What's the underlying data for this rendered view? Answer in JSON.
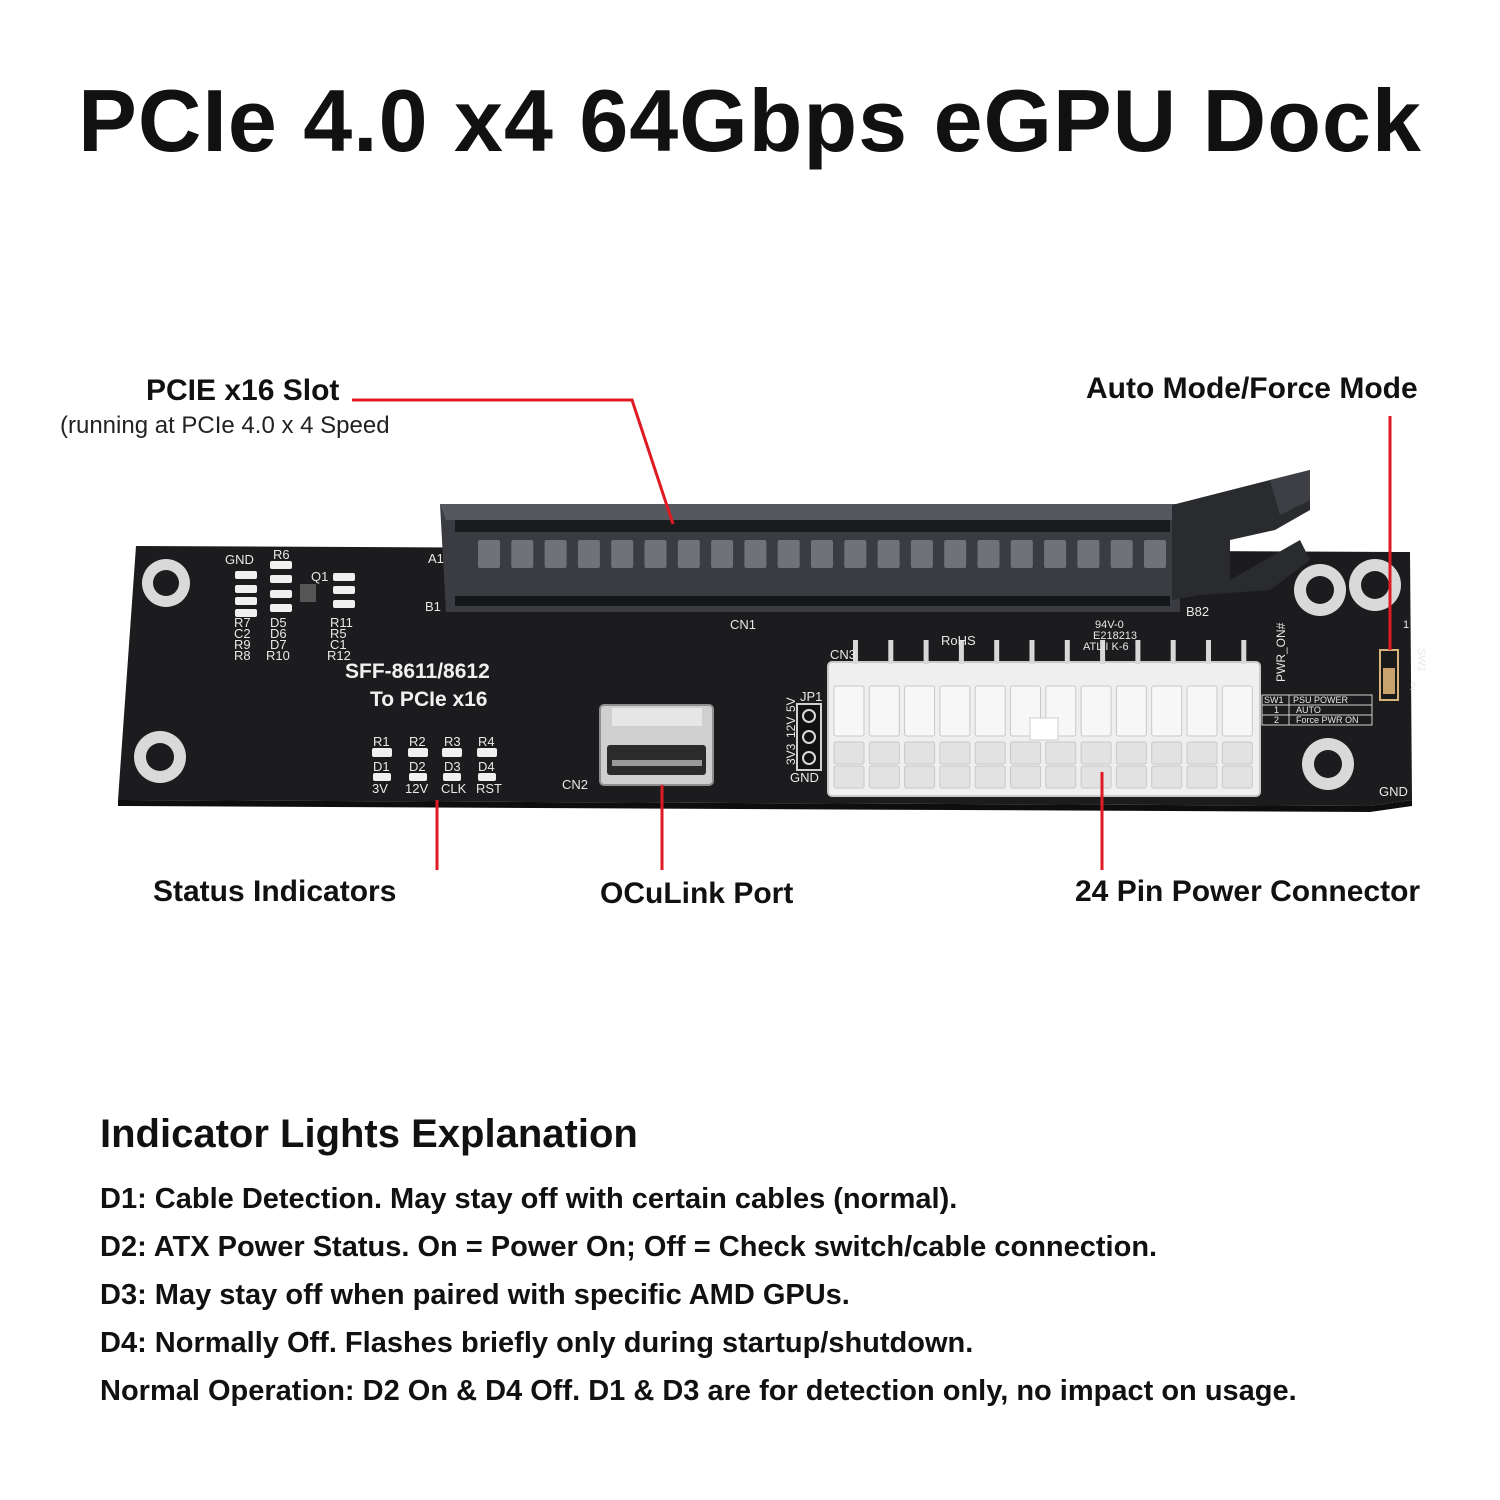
{
  "title": "PCIe 4.0 x4 64Gbps eGPU Dock",
  "callouts": {
    "pcie_slot": "PCIE x16 Slot",
    "pcie_slot_sub": "(running at PCIe 4.0 x 4 Speed",
    "mode_switch": "Auto Mode/Force Mode",
    "status_indicators": "Status Indicators",
    "oculink_port": "OCuLink Port",
    "power_connector": "24 Pin Power Connector"
  },
  "board": {
    "silkscreen_main": [
      "SFF-8611/8612",
      "To PCIe x16"
    ],
    "slot_label": "CN1",
    "slot_pin_a": "A1",
    "slot_pin_b1": "B1",
    "slot_pin_b82": "B82",
    "port_label": "CN2",
    "power_label": "CN3",
    "gnd_left": "GND",
    "gnd_right": "GND",
    "r6": "R6",
    "q1": "Q1",
    "left_col1": [
      "R7",
      "C2",
      "R9",
      "R8"
    ],
    "left_col2": [
      "D5",
      "D6",
      "D7",
      "R10"
    ],
    "left_col3": [
      "R11",
      "R5",
      "C1",
      "R12"
    ],
    "resistors": [
      "R1",
      "R2",
      "R3",
      "R4"
    ],
    "leds": [
      "D1",
      "D2",
      "D3",
      "D4"
    ],
    "led_functions": [
      "3V",
      "12V",
      "CLK",
      "RST"
    ],
    "jp1": "JP1",
    "jp1_pins": [
      "5V",
      "12V",
      "3V3"
    ],
    "jp1_gnd": "GND",
    "pwr_on": "PWR_ON#",
    "sw1": "SW1",
    "sw_pins": [
      "1",
      "2"
    ],
    "sw_table_head": [
      "SW1",
      "PSU POWER"
    ],
    "sw_table_rows": [
      [
        "1",
        "AUTO"
      ],
      [
        "2",
        "Force PWR ON"
      ]
    ],
    "rohs": "RoHS",
    "cert": [
      "94V-0",
      "E218213",
      "ATLII K-6"
    ]
  },
  "explanation": {
    "heading": "Indicator Lights Explanation",
    "lines": [
      "D1: Cable Detection. May stay off with certain cables (normal).",
      "D2: ATX Power Status. On = Power On; Off = Check switch/cable connection.",
      "D3: May stay off when paired with specific AMD GPUs.",
      "D4: Normally Off. Flashes briefly only during startup/shutdown.",
      "Normal Operation: D2 On & D4 Off. D1 & D3 are for detection only, no impact on usage."
    ]
  },
  "colors": {
    "pcb": "#1c1c1e",
    "callout_line": "#e01a22",
    "slot": "#2d2f33",
    "connector": "#f2f2f2"
  }
}
